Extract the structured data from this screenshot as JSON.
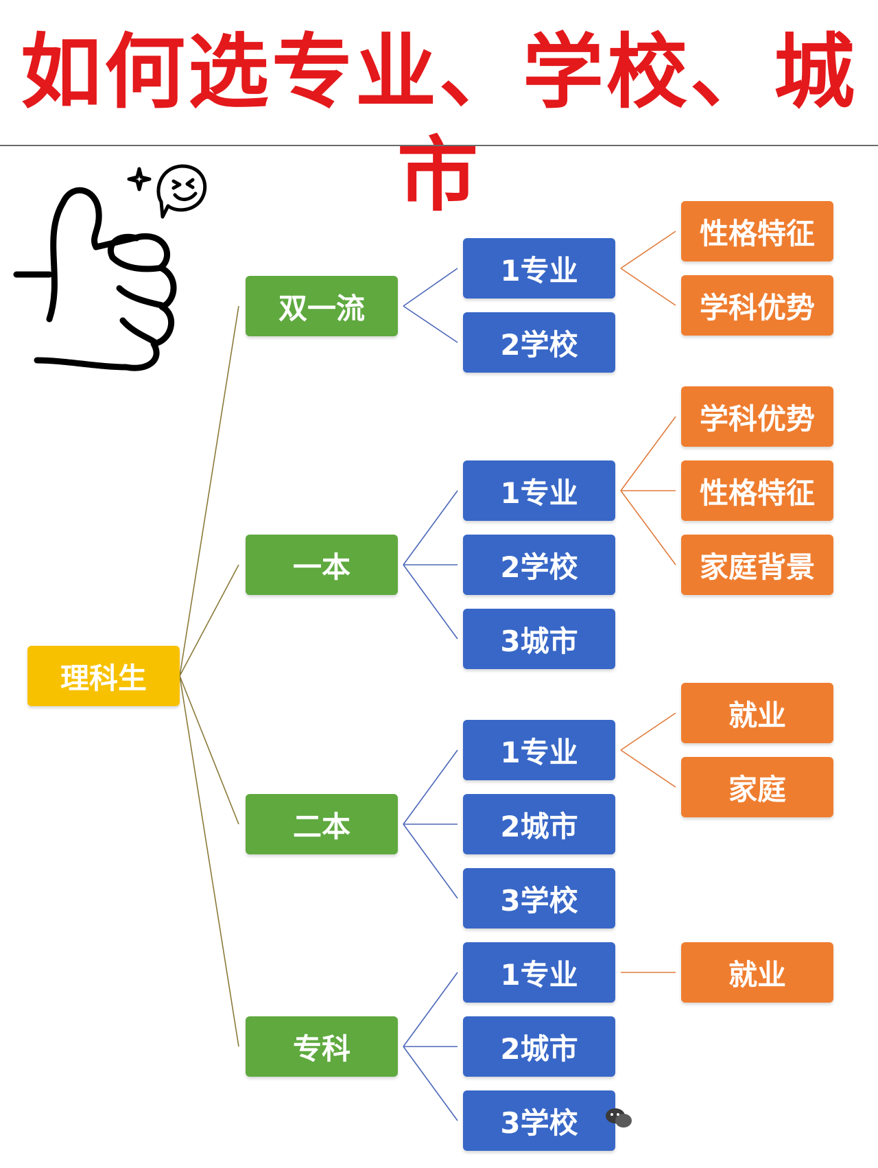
{
  "title": "如何选专业、学校、城市",
  "root": "理科生",
  "level1": [
    {
      "label": "双一流",
      "children": [
        {
          "label": "1专业",
          "children": [
            "性格特征",
            "学科优势"
          ]
        },
        {
          "label": "2学校",
          "children": []
        }
      ]
    },
    {
      "label": "一本",
      "children": [
        {
          "label": "1专业",
          "children": [
            "学科优势",
            "性格特征",
            "家庭背景"
          ]
        },
        {
          "label": "2学校",
          "children": []
        },
        {
          "label": "3城市",
          "children": []
        }
      ]
    },
    {
      "label": "二本",
      "children": [
        {
          "label": "1专业",
          "children": [
            "就业",
            "家庭"
          ]
        },
        {
          "label": "2城市",
          "children": []
        },
        {
          "label": "3学校",
          "children": []
        }
      ]
    },
    {
      "label": "专科",
      "children": [
        {
          "label": "1专业",
          "children": [
            "就业"
          ]
        },
        {
          "label": "2城市",
          "children": []
        },
        {
          "label": "3学校",
          "children": []
        }
      ]
    }
  ],
  "colors": {
    "title": "#e3191c",
    "root": "#f7c100",
    "level1": "#5fa93f",
    "level2": "#3867c7",
    "level3": "#ef7d2f"
  },
  "icons": [
    "thumbs-up-icon",
    "smiley-face-icon",
    "sparkle-icon",
    "wechat-logo-icon"
  ]
}
